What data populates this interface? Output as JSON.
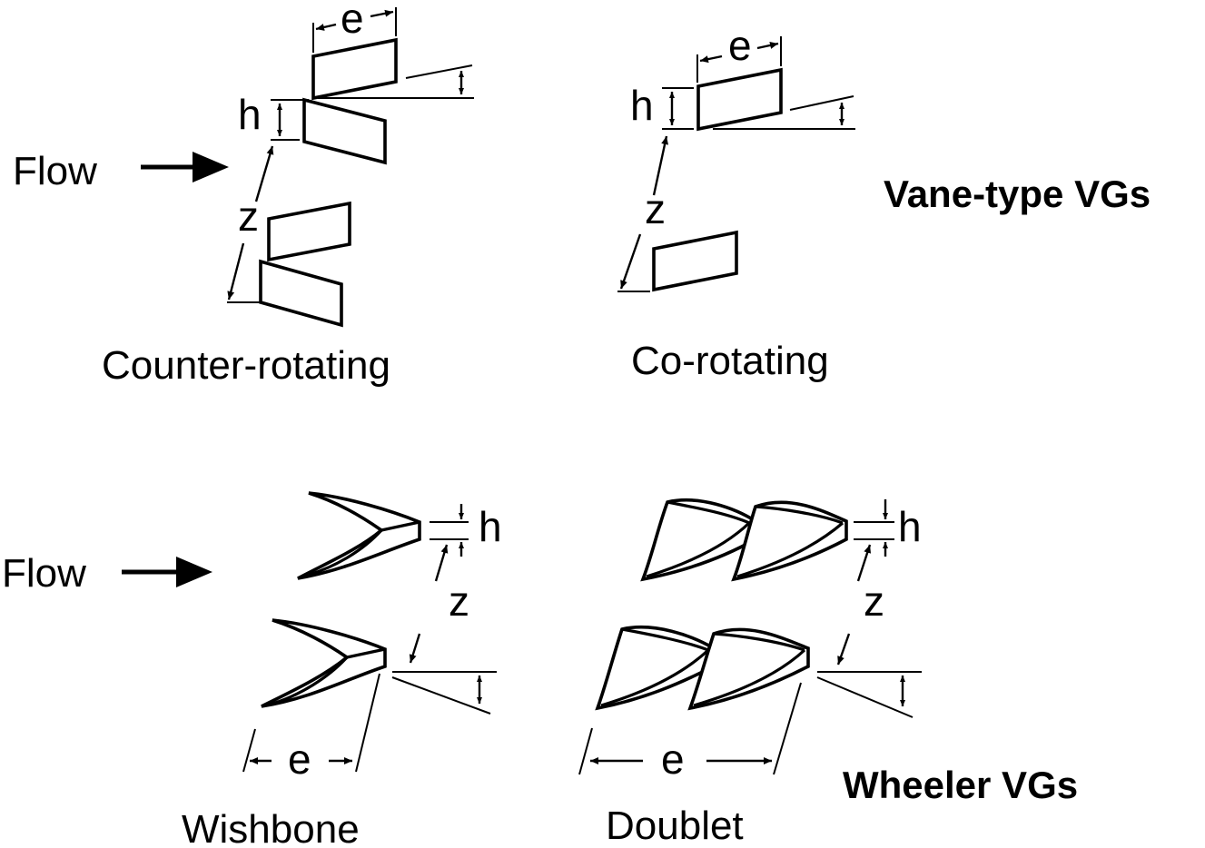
{
  "vane_section": {
    "title": "Vane-type VGs",
    "flow_label": "Flow",
    "counter_rotating": {
      "caption": "Counter-rotating",
      "label_e": "e",
      "label_h": "h",
      "label_z": "z"
    },
    "co_rotating": {
      "caption": "Co-rotating",
      "label_e": "e",
      "label_h": "h",
      "label_z": "z"
    }
  },
  "wheeler_section": {
    "title": "Wheeler VGs",
    "flow_label": "Flow",
    "wishbone": {
      "caption": "Wishbone",
      "label_e": "e",
      "label_h": "h",
      "label_z": "z"
    },
    "doublet": {
      "caption": "Doublet",
      "label_e": "e",
      "label_h": "h",
      "label_z": "z"
    }
  },
  "colors": {
    "line": "#000000",
    "background": "#ffffff"
  }
}
